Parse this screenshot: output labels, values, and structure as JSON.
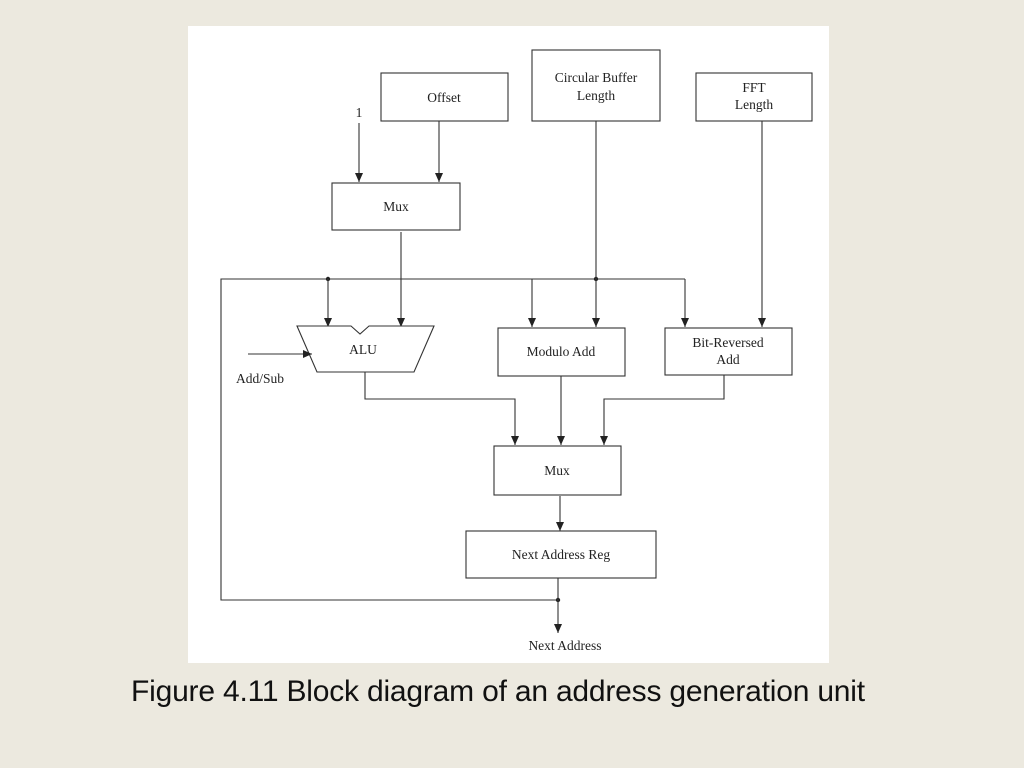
{
  "diagram": {
    "blocks": {
      "offset": "Offset",
      "circular_buffer": [
        "Circular Buffer",
        "Length"
      ],
      "fft_length": [
        "FFT",
        "Length"
      ],
      "mux_top": "Mux",
      "alu": "ALU",
      "modulo_add": "Modulo Add",
      "bit_reversed_add": [
        "Bit-Reversed",
        "Add"
      ],
      "mux_bottom": "Mux",
      "next_address_reg": "Next Address Reg"
    },
    "labels": {
      "constant_one": "1",
      "add_sub": "Add/Sub",
      "next_address": "Next Address"
    }
  },
  "caption": "Figure 4.11 Block diagram of an address generation unit"
}
